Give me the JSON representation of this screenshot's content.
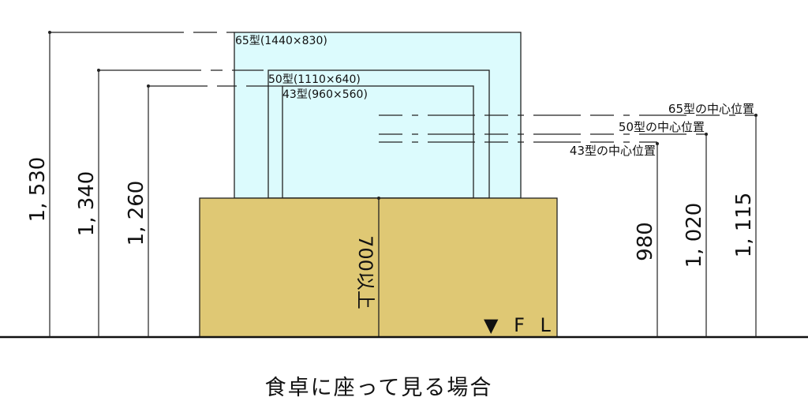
{
  "tvs": [
    {
      "label": "65型(1440×830)",
      "center_label": "65型の中心位置",
      "height_dim": "1, 530",
      "center_dim": "1, 115"
    },
    {
      "label": "50型(1110×640)",
      "center_label": "50型の中心位置",
      "height_dim": "1, 340",
      "center_dim": "1, 020"
    },
    {
      "label": "43型(960×560)",
      "center_label": "43型の中心位置",
      "height_dim": "1, 260",
      "center_dim": "980"
    }
  ],
  "table_label": "700以上",
  "floor_label": "▼ F L",
  "caption": "食卓に座って見る場合",
  "colors": {
    "tv": "#dcfbfd",
    "table": "#dfc874",
    "line": "#222222"
  }
}
